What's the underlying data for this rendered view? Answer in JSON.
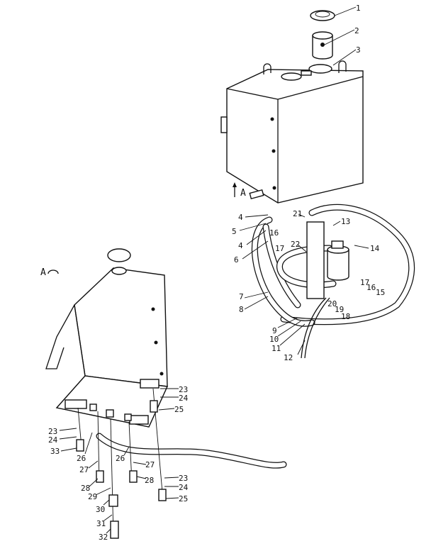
{
  "view_markers": {
    "view_a_arrow": "A",
    "view_a_label": "A"
  },
  "callouts": [
    "1",
    "2",
    "3",
    "4",
    "5",
    "4",
    "6",
    "21",
    "16",
    "13",
    "17",
    "22",
    "14",
    "17",
    "16",
    "15",
    "7",
    "8",
    "20",
    "19",
    "18",
    "9",
    "10",
    "11",
    "12",
    "23",
    "24",
    "25",
    "23",
    "24",
    "33",
    "26",
    "27",
    "26",
    "27",
    "28",
    "28",
    "29",
    "30",
    "31",
    "32",
    "23",
    "24",
    "25"
  ]
}
